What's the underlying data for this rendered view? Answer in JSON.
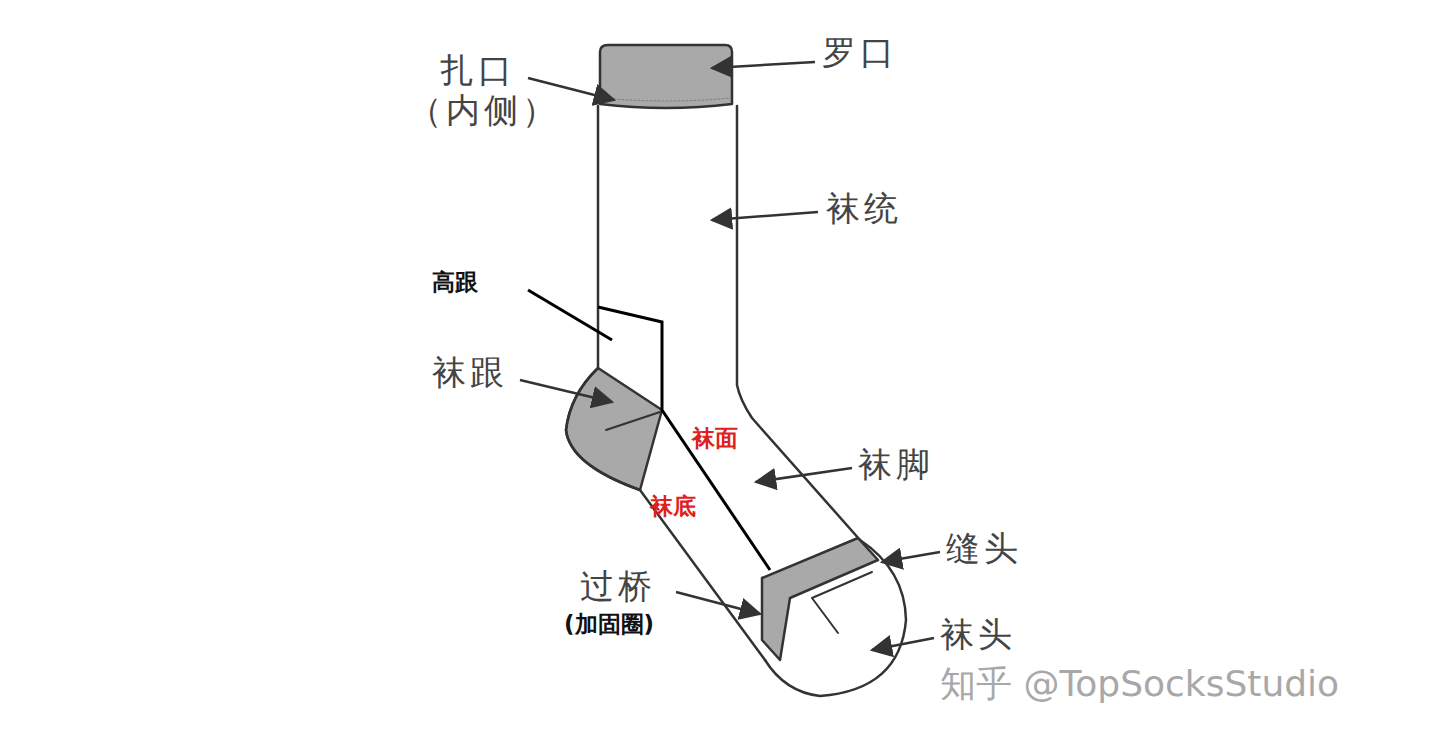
{
  "diagram": {
    "labels": [
      "罗口",
      "扎口",
      "（内侧）",
      "袜统",
      "高跟",
      "袜跟",
      "袜面",
      "袜底",
      "袜脚",
      "缝头",
      "袜头",
      "过桥",
      "(加固圈)",
      "知乎 @TopSocksStudio"
    ]
  }
}
